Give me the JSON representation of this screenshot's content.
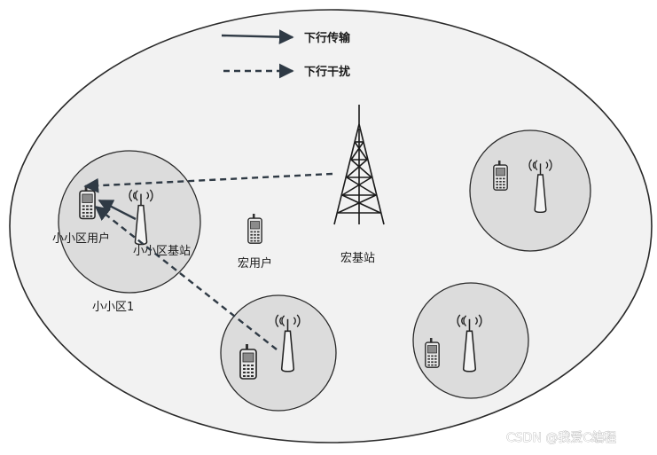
{
  "legend": {
    "transmission_label": "下行传输",
    "interference_label": "下行干扰"
  },
  "labels": {
    "small_cell_user": "小小区用户",
    "small_cell_bs": "小小区基站",
    "macro_user": "宏用户",
    "macro_bs": "宏基站",
    "small_cell_name": "小小区1"
  },
  "watermark": "CSDN @我爱C编程",
  "colors": {
    "outer_fill": "#f2f2f2",
    "cell_fill": "#dcdcdc",
    "stroke": "#2a2a2a",
    "arrow": "#2f3a45"
  },
  "icons": [
    "mobile-phone-icon",
    "antenna-icon",
    "tower-icon"
  ]
}
